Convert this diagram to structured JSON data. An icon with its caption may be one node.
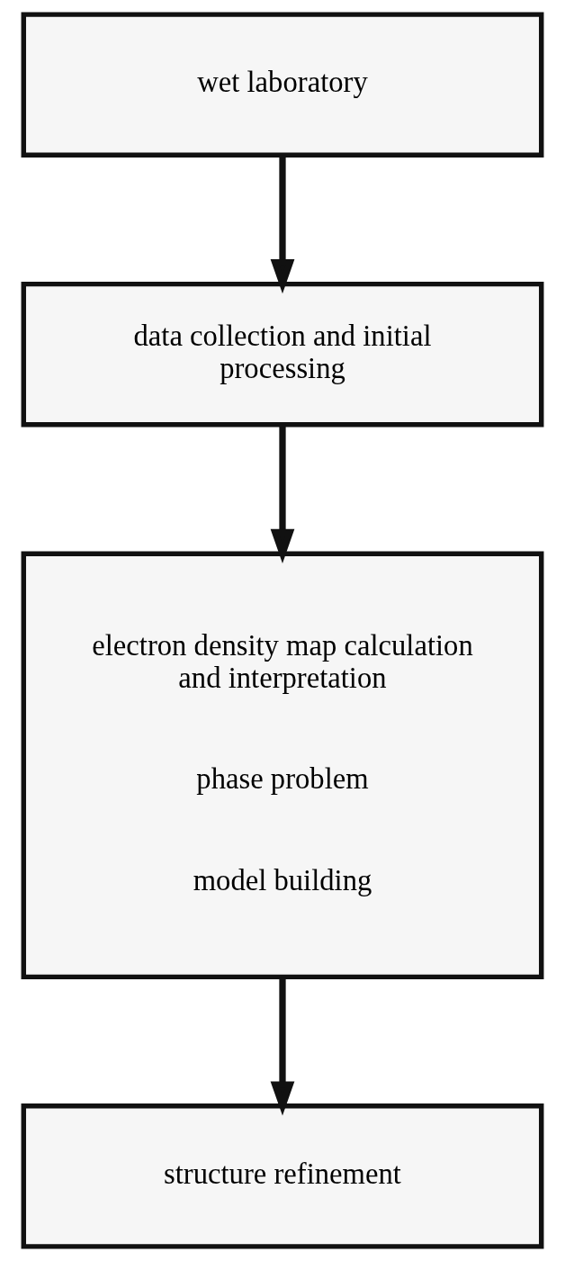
{
  "diagram": {
    "nodes": [
      {
        "text": [
          "wet laboratory"
        ]
      },
      {
        "text": [
          "data collection and initial processing"
        ]
      },
      {
        "text": [
          "electron density map calculation and interpretation",
          "phase problem",
          "model building"
        ]
      },
      {
        "text": [
          "structure refinement"
        ]
      }
    ],
    "edges": [
      {
        "from": 0,
        "to": 1,
        "arrow": "to"
      },
      {
        "from": 1,
        "to": 2,
        "arrow": "to"
      },
      {
        "from": 2,
        "to": 3,
        "arrow": "to"
      }
    ]
  }
}
